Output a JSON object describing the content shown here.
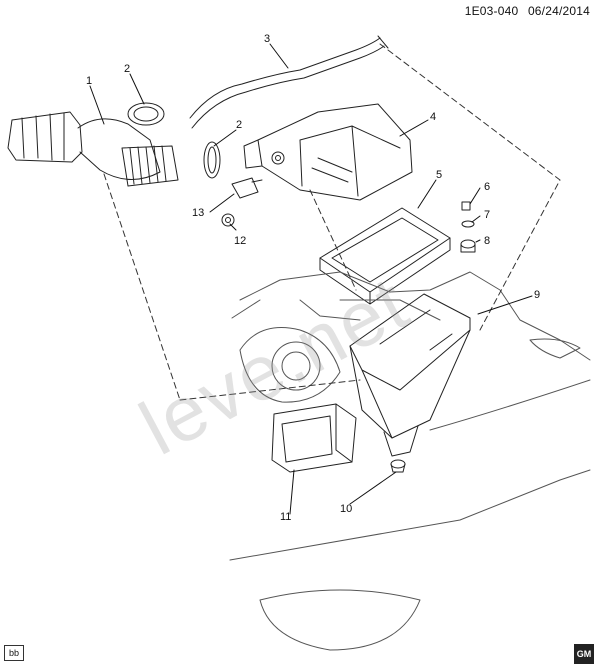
{
  "header": {
    "diagram_code": "1E03-040",
    "date": "06/24/2014"
  },
  "callouts": [
    {
      "id": "1",
      "text": "1"
    },
    {
      "id": "2a",
      "text": "2"
    },
    {
      "id": "2b",
      "text": "2"
    },
    {
      "id": "3",
      "text": "3"
    },
    {
      "id": "4",
      "text": "4"
    },
    {
      "id": "5",
      "text": "5"
    },
    {
      "id": "6",
      "text": "6"
    },
    {
      "id": "7",
      "text": "7"
    },
    {
      "id": "8",
      "text": "8"
    },
    {
      "id": "9",
      "text": "9"
    },
    {
      "id": "10",
      "text": "10"
    },
    {
      "id": "11",
      "text": "11"
    },
    {
      "id": "12",
      "text": "12"
    },
    {
      "id": "13",
      "text": "13"
    }
  ],
  "footer": {
    "corner_tag": "bb",
    "brand_logo": "GM"
  },
  "watermark": "leve.net",
  "colors": {
    "line": "#222222",
    "background": "#ffffff"
  }
}
